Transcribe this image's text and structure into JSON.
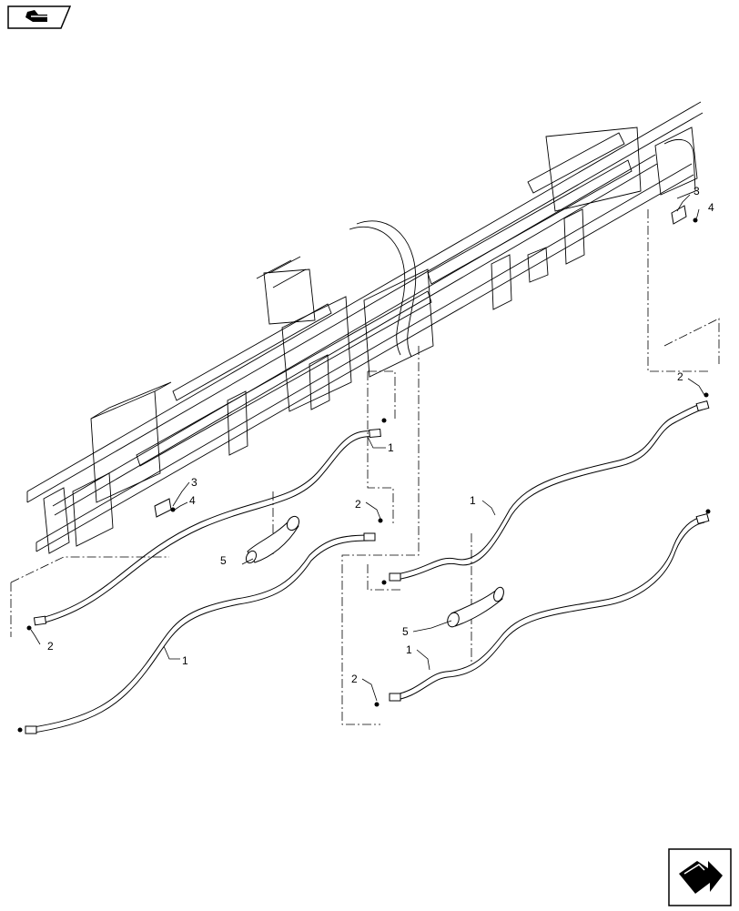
{
  "diagram": {
    "callouts": {
      "hose_upper_left": "1",
      "fitting_upper_left": "2",
      "fitting_left": "2",
      "hose_lower_left": "1",
      "bracket_left": "3",
      "clamp_left": "4",
      "sleeve_left": "5",
      "bracket_right": "3",
      "clamp_right": "4",
      "fitting_upper_right": "2",
      "hose_upper_right": "1",
      "sleeve_right": "5",
      "hose_lower_right": "1",
      "fitting_lower_right": "2"
    }
  },
  "icons": {
    "top_left": "previous-page-icon",
    "bottom_right": "next-page-icon"
  }
}
